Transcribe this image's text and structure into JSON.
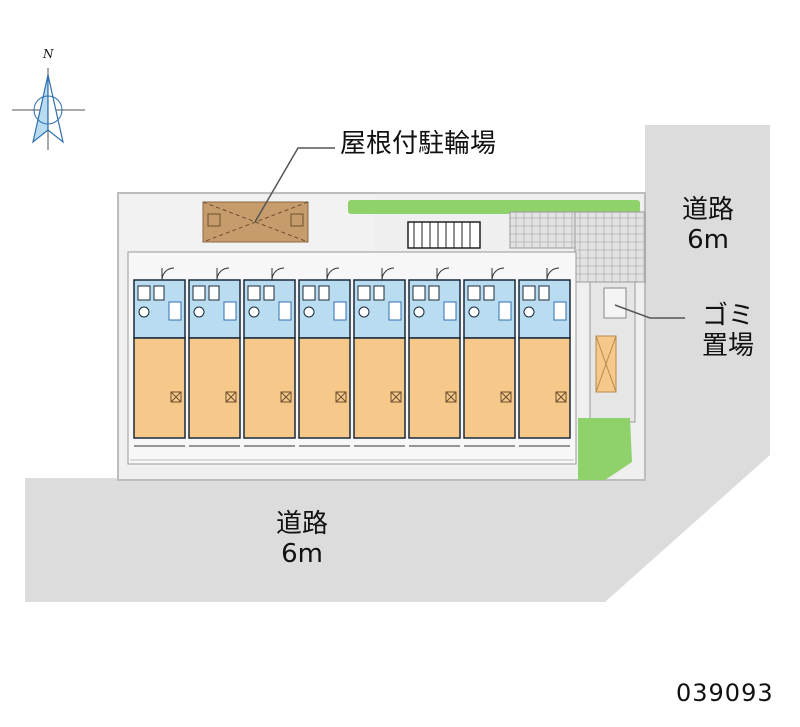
{
  "compass": {
    "north_label": "N",
    "icon": "north-arrow-icon"
  },
  "labels": {
    "bike_parking": "屋根付駐輪場",
    "garbage": [
      "ゴミ",
      "置場"
    ]
  },
  "roads": [
    {
      "id": "road-east",
      "name": "道路",
      "width": "6m"
    },
    {
      "id": "road-south",
      "name": "道路",
      "width": "6m"
    }
  ],
  "building": {
    "unit_count": 8
  },
  "map_id": "039093",
  "colors": {
    "road": "#dcdcdc",
    "lot": "#efefef",
    "lot_border": "#bdbdbd",
    "bike_shed": "#c69c6d",
    "green": "#8fd16a",
    "water_area": "#b9dcf0",
    "living_area": "#f6c98a",
    "wall": "#1a2a3a",
    "accent_blue": "#2f6fb0"
  }
}
